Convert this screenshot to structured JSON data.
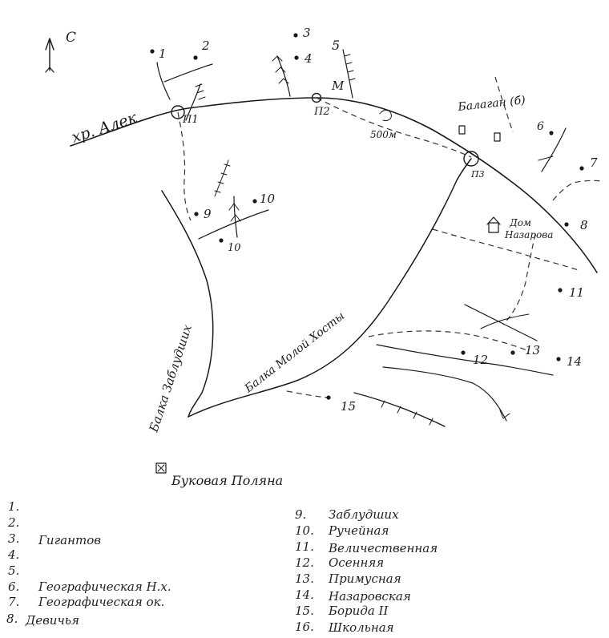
{
  "map": {
    "north": "С",
    "ridge_label": "хр. Алек",
    "balka_zabludshikh": "Балка Заблудших",
    "balka_moloy": "Балка Молой Хосты",
    "bukovaya": "Буковая Поляна",
    "balagan": "Балаган (б)",
    "distance": "500м",
    "m_letter": "М",
    "dom": [
      "Дом",
      "Назарова"
    ],
    "points": {
      "p1": "П1",
      "p2": "П2",
      "p3": "П3"
    },
    "caves": [
      {
        "num": "1"
      },
      {
        "num": "2"
      },
      {
        "num": "3"
      },
      {
        "num": "4"
      },
      {
        "num": "5"
      },
      {
        "num": "6"
      },
      {
        "num": "7"
      },
      {
        "num": "8"
      },
      {
        "num": "9"
      },
      {
        "num": "10"
      },
      {
        "num": "10"
      },
      {
        "num": "11"
      },
      {
        "num": "12"
      },
      {
        "num": "13"
      },
      {
        "num": "14"
      },
      {
        "num": "15"
      }
    ]
  },
  "legend_left": [
    {
      "num": "1.",
      "name": ""
    },
    {
      "num": "2.",
      "name": ""
    },
    {
      "num": "3.",
      "name": "Гигантов"
    },
    {
      "num": "4.",
      "name": ""
    },
    {
      "num": "5.",
      "name": ""
    },
    {
      "num": "6.",
      "name": "Географическая  Н.х."
    },
    {
      "num": "7.",
      "name": "Географическая  ок."
    },
    {
      "num": "8.",
      "name": "Девичья"
    }
  ],
  "legend_right": [
    {
      "num": "9.",
      "name": "Заблудших"
    },
    {
      "num": "10.",
      "name": "Ручейная"
    },
    {
      "num": "11.",
      "name": "Величественная"
    },
    {
      "num": "12.",
      "name": "Осенняя"
    },
    {
      "num": "13.",
      "name": "Примусная"
    },
    {
      "num": "14.",
      "name": "Назаровская"
    },
    {
      "num": "15.",
      "name": "Борида  II"
    },
    {
      "num": "16.",
      "name": "Школьная"
    }
  ]
}
